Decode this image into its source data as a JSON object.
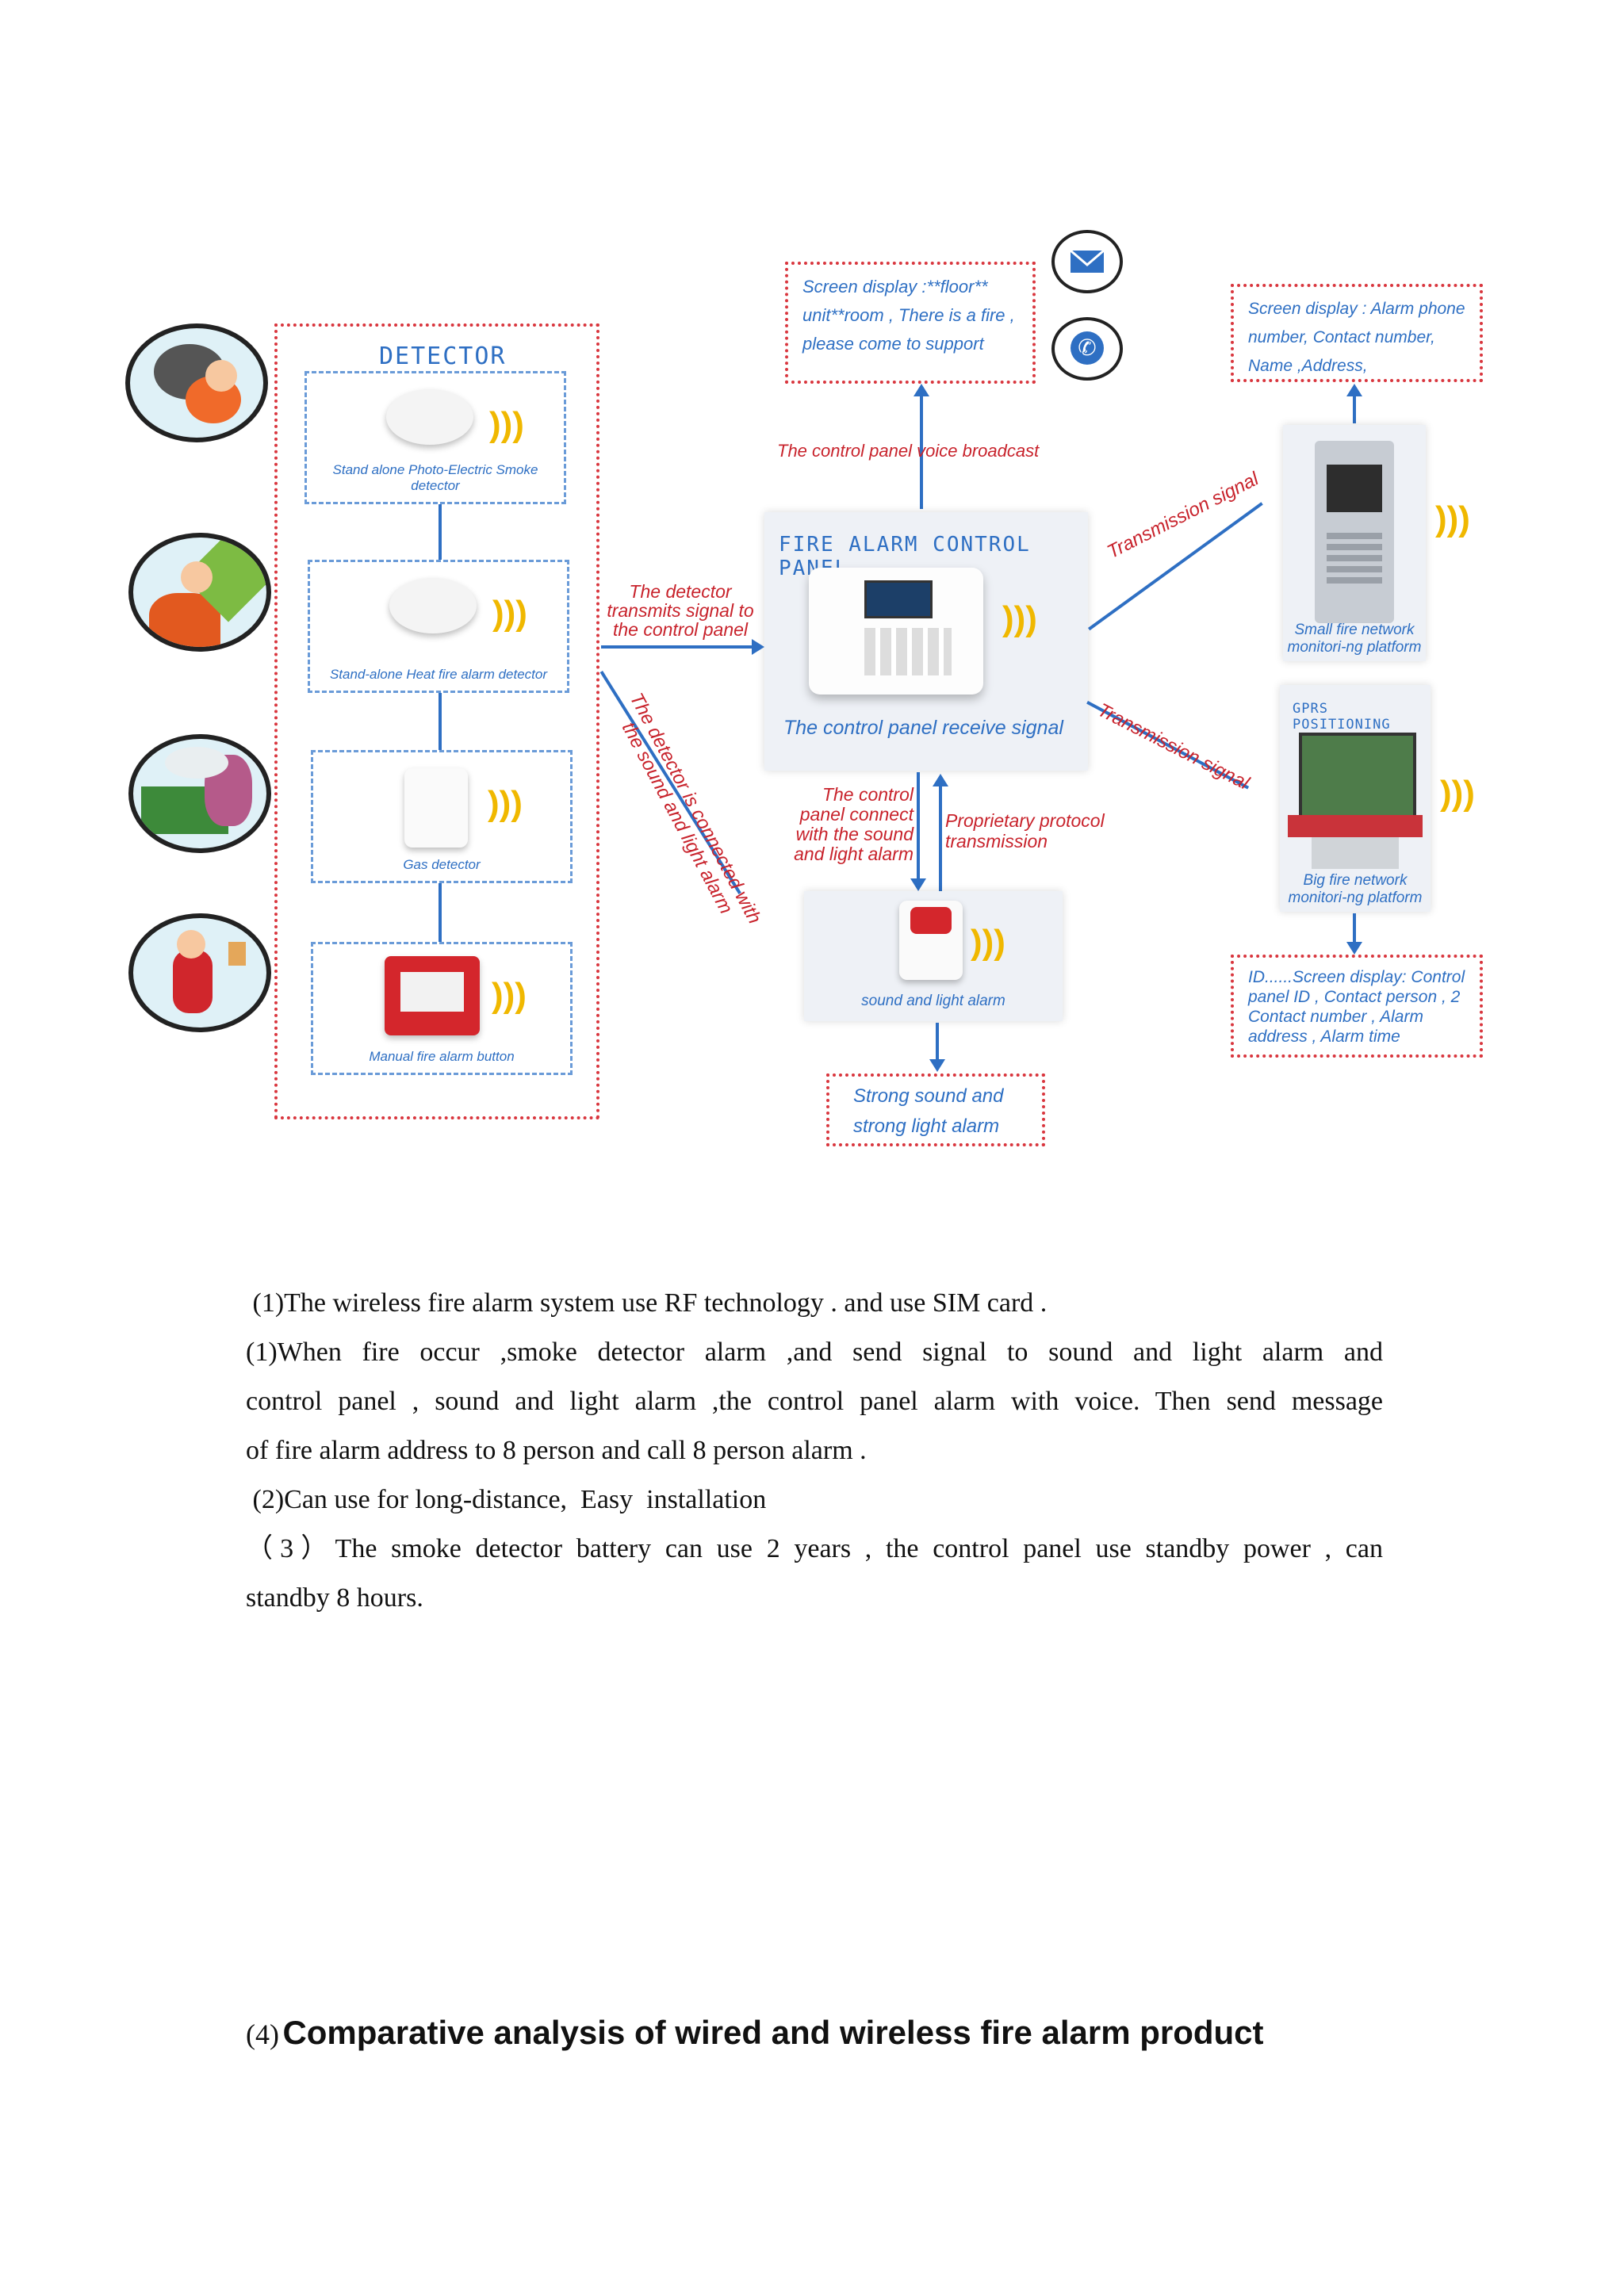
{
  "diagram": {
    "detector_title": "DETECTOR",
    "detectors": [
      {
        "label": "Stand alone Photo-Electric Smoke detector"
      },
      {
        "label": "Stand-alone Heat fire alarm detector"
      },
      {
        "label": "Gas detector"
      },
      {
        "label": "Manual fire alarm button"
      }
    ],
    "panel": {
      "title": "FIRE ALARM CONTROL PANEL",
      "receive": "The control panel receive signal"
    },
    "screen_display_top": "Screen display :**floor** unit**room , There is a fire , please come to support",
    "screen_display_right": "Screen display : Alarm phone number, Contact number, Name ,Address,",
    "screen_display_bottom_right": "ID......Screen display: Control panel ID , Contact person , 2 Contact number , Alarm address , Alarm time",
    "voice_broadcast": "The control panel voice broadcast",
    "detector_transmits": "The detector transmits signal to the control panel",
    "detector_connected": "The detector is connected with the sound and light alarm",
    "transmission_signal": "Transmission signal",
    "panel_connect": "The control panel connect with the sound and light alarm",
    "proprietary": "Proprietary protocol transmission",
    "sound_light_label": "sound and light alarm",
    "strong_alarm": "Strong sound and strong light alarm",
    "small_platform": "Small fire network monitori-ng platform",
    "big_platform": "Big fire network monitori-ng platform",
    "gprs": "GPRS POSITIONING",
    "icons": [
      "envelope-icon",
      "phone-icon",
      "wireless-signal-icon"
    ]
  },
  "paragraphs": [
    " (1)The wireless fire alarm system use RF technology . and use SIM card .",
    "(1)When fire occur ,smoke detector alarm ,and send signal to sound and light alarm and",
    "control panel , sound and light alarm ,the control panel alarm with voice. Then send message",
    "of fire alarm address to 8 person and call 8 person alarm .",
    " (2)Can use for long-distance,  Easy  installation",
    "（3）The smoke detector battery can use 2 years , the control panel use standby power , can",
    "standby 8 hours."
  ],
  "heading": {
    "number": "(4)",
    "text": "Comparative analysis of wired and wireless fire alarm product"
  },
  "colors": {
    "red": "#d9363e",
    "blue": "#2e6fc3",
    "wave": "#f0b800"
  }
}
